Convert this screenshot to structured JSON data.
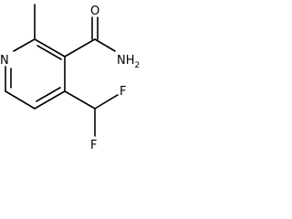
{
  "molecule": {
    "atoms": {
      "n_ring": "N",
      "o_carbonyl": "O",
      "nh2": "NH",
      "nh2_subscript": "2",
      "f_upper": "F",
      "f_lower": "F"
    },
    "colors": {
      "bond": "#000000",
      "label": "#000000",
      "background": "#ffffff"
    }
  }
}
